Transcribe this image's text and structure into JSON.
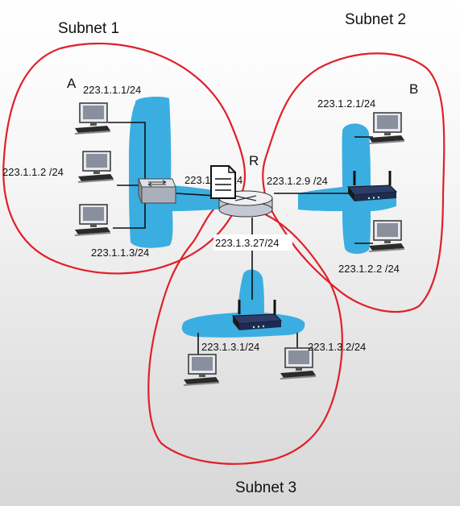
{
  "subnets": {
    "s1": "Subnet 1",
    "s2": "Subnet 2",
    "s3": "Subnet 3"
  },
  "hosts": {
    "a": "A",
    "b": "B",
    "r": "R"
  },
  "ips": {
    "a1": "223.1.1.1/24",
    "a2": "223.1.1.2 /24",
    "a3": "223.1.1.3/24",
    "r1": "223.1.1.4/24",
    "r2": "223.1.2.9 /24",
    "r3": "223.1.3.27/24",
    "b1": "223.1.2.1/24",
    "b2": "223.1.2.2 /24",
    "c1": "223.1.3.1/24",
    "c2": "223.1.3.2/24"
  },
  "colors": {
    "subnet_outline": "#e0202a",
    "segment": "#3aaee0",
    "wire": "#111111"
  },
  "icons": [
    "computer-icon",
    "switch-icon",
    "router-icon",
    "wireless-ap-icon",
    "document-icon"
  ]
}
